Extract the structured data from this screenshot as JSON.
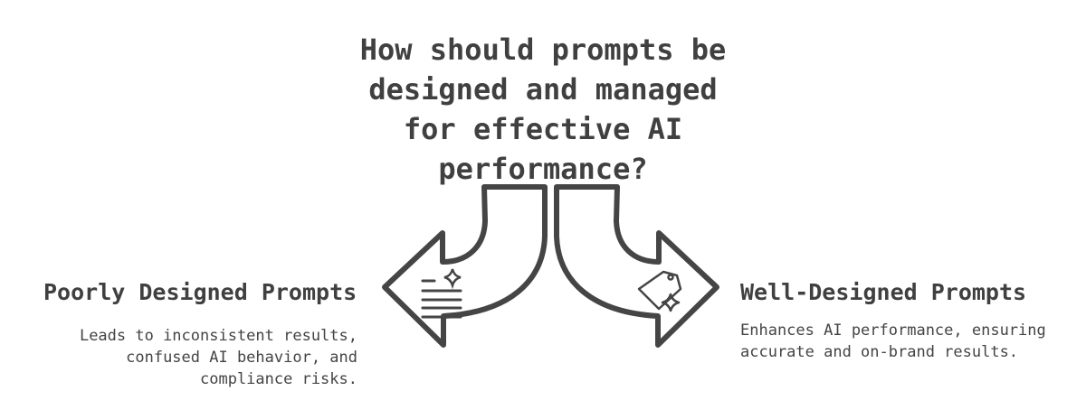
{
  "title_lines": [
    "How should prompts be",
    "designed and managed",
    "for effective AI",
    "performance?"
  ],
  "left": {
    "heading": "Poorly Designed Prompts",
    "description_lines": [
      "Leads to inconsistent results,",
      "confused AI behavior, and",
      "compliance risks."
    ],
    "icon": "document-lines-sparkle-icon"
  },
  "right": {
    "heading": "Well-Designed Prompts",
    "description_lines": [
      "Enhances AI performance, ensuring",
      "accurate and on-brand results."
    ],
    "icon": "tag-sparkle-icon"
  },
  "colors": {
    "stroke": "#454545",
    "text": "#404040"
  }
}
